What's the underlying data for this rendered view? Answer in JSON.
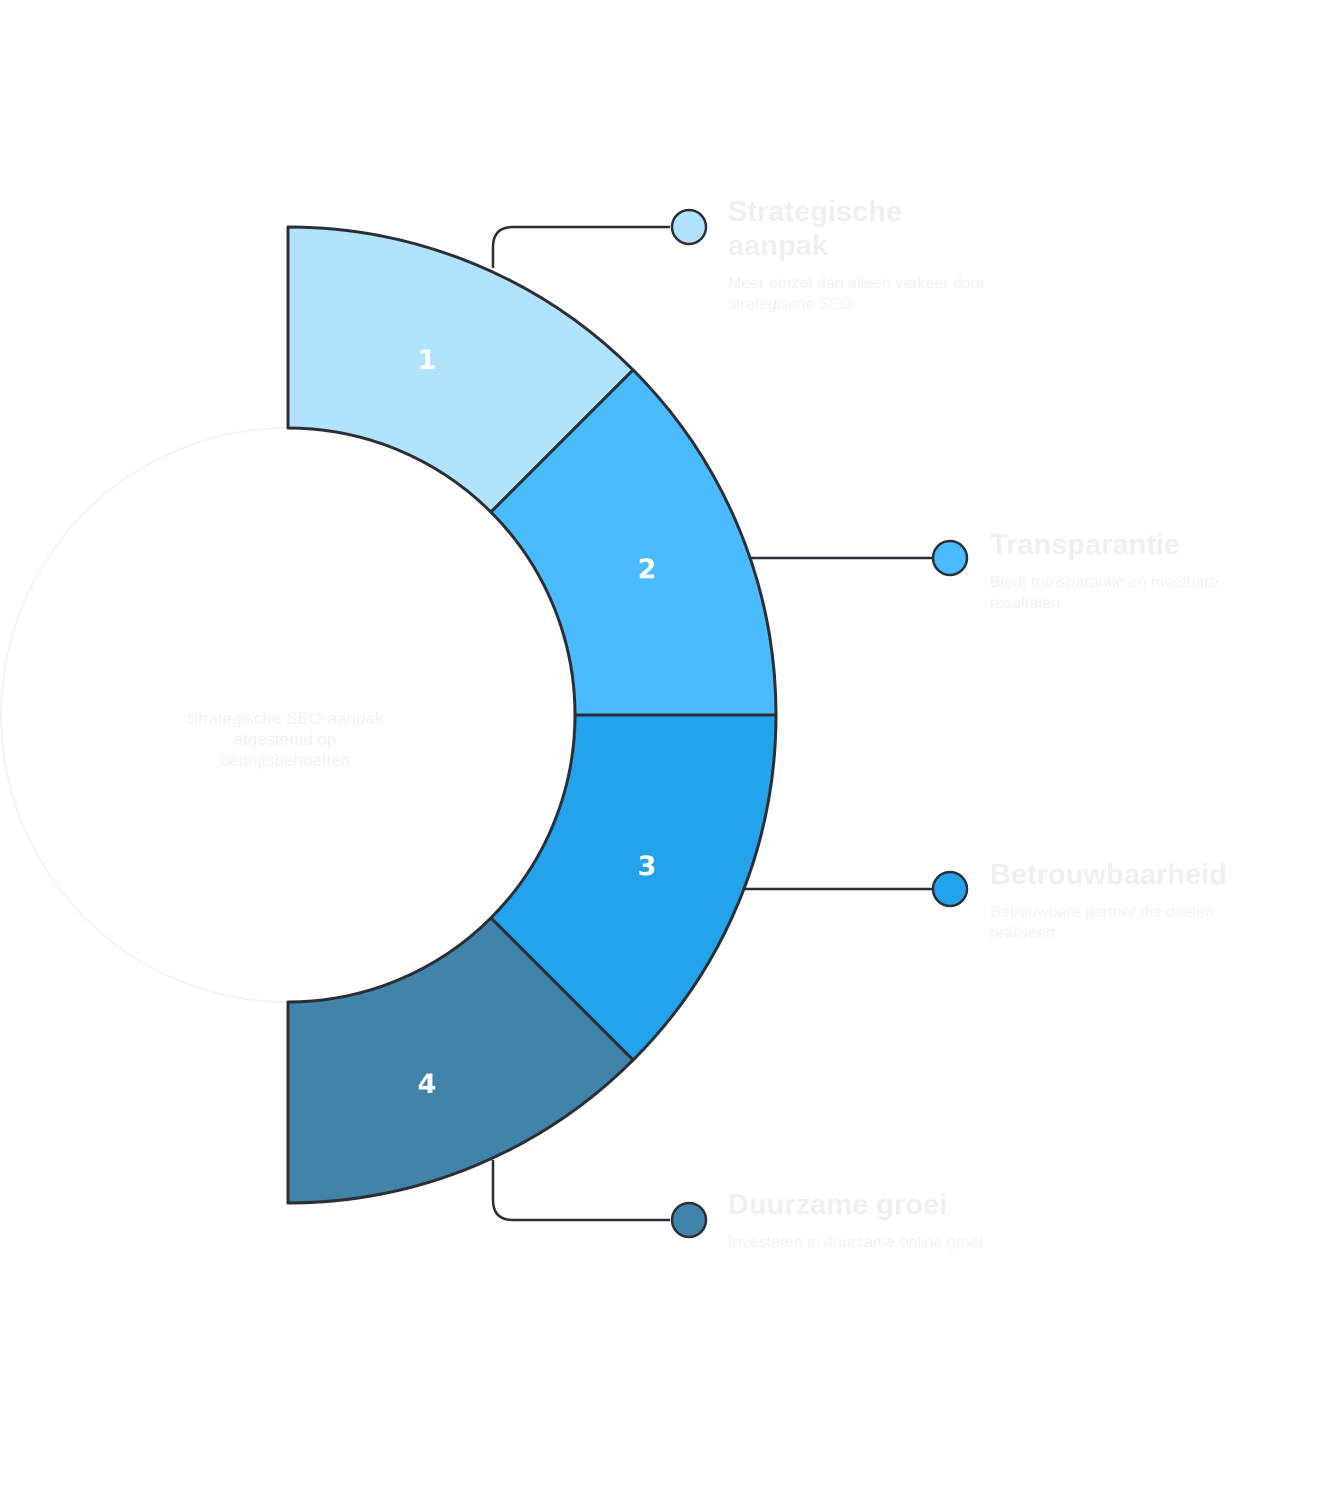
{
  "colors": {
    "segment_1": "#b2e3fd",
    "segment_2": "#4abbff",
    "segment_3": "#22a3ec",
    "segment_4": "#4283aa",
    "stroke": "#2a2f36"
  },
  "center_text": "Strategische SEO-aanpak afgestemd op bedrijfsbehoeften",
  "segments": [
    {
      "number": "1",
      "title": "Strategische aanpak",
      "description": "Meer omzet dan alleen verkeer door strategische SEO"
    },
    {
      "number": "2",
      "title": "Transparantie",
      "description": "Biedt transparantie en meetbare resultaten"
    },
    {
      "number": "3",
      "title": "Betrouwbaarheid",
      "description": "Betrouwbare partner die doelen realiseert"
    },
    {
      "number": "4",
      "title": "Duurzame groei",
      "description": "Investeren in duurzame online groei"
    }
  ]
}
